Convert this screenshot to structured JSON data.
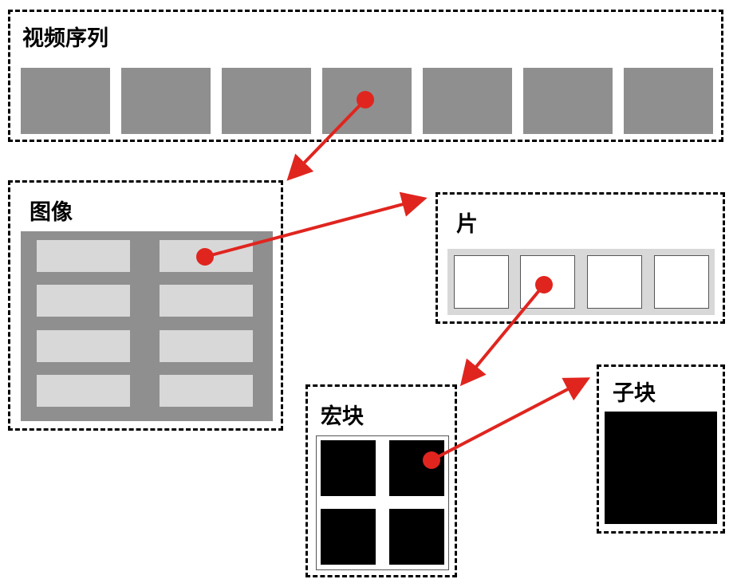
{
  "labels": {
    "video_sequence": "视频序列",
    "image": "图像",
    "slice": "片",
    "macroblock": "宏块",
    "sub_block": "子块"
  },
  "colors": {
    "frame_gray": "#8f8f8f",
    "light_gray": "#d8d8d8",
    "arrow_red": "#e0251f",
    "block_black": "#000000"
  }
}
